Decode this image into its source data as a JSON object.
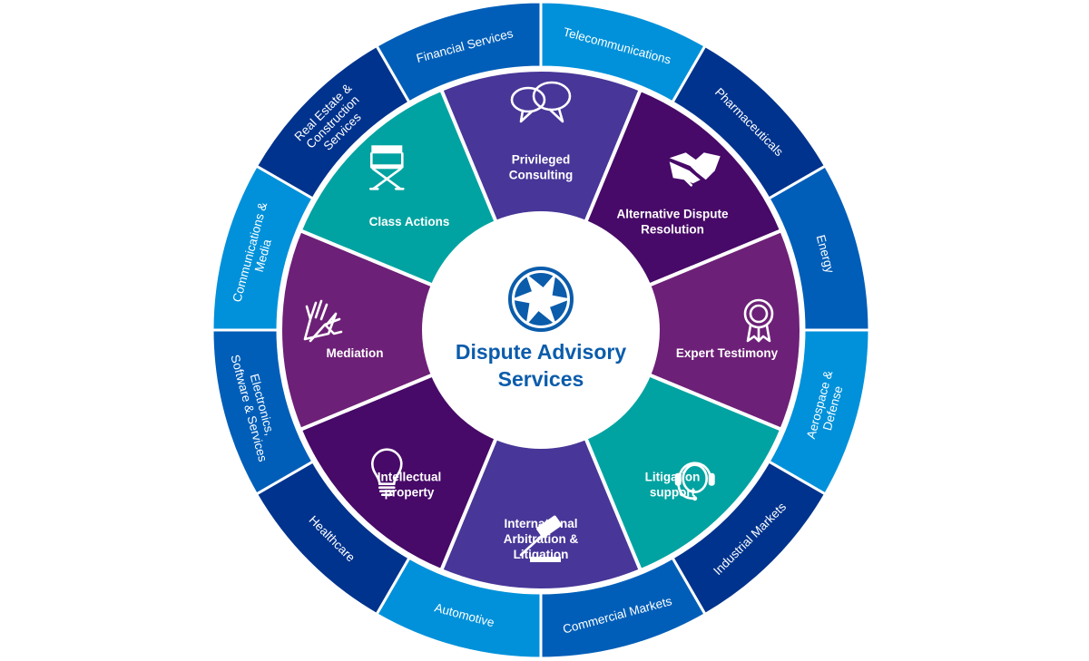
{
  "center": {
    "title_line1": "Dispute Advisory",
    "title_line2": "Services",
    "logo_icon": "aperture-icon",
    "title_color": "#0b5cab"
  },
  "outer_ring": [
    {
      "label_lines": [
        "Telecommunications"
      ],
      "color": "#0091da"
    },
    {
      "label_lines": [
        "Pharmaceuticals"
      ],
      "color": "#00338d"
    },
    {
      "label_lines": [
        "Energy"
      ],
      "color": "#005eb8"
    },
    {
      "label_lines": [
        "Aerospace &",
        "Defense"
      ],
      "color": "#0091da"
    },
    {
      "label_lines": [
        "Industrial Markets"
      ],
      "color": "#00338d"
    },
    {
      "label_lines": [
        "Commercial Markets"
      ],
      "color": "#005eb8"
    },
    {
      "label_lines": [
        "Automotive"
      ],
      "color": "#0091da"
    },
    {
      "label_lines": [
        "Healthcare"
      ],
      "color": "#00338d"
    },
    {
      "label_lines": [
        "Electronics,",
        "Software & Services"
      ],
      "color": "#005eb8"
    },
    {
      "label_lines": [
        "Communications &",
        "Media"
      ],
      "color": "#0091da"
    },
    {
      "label_lines": [
        "Real Estate &",
        "Construction",
        "Services"
      ],
      "color": "#00338d"
    },
    {
      "label_lines": [
        "Financial Services"
      ],
      "color": "#005eb8"
    }
  ],
  "inner_ring": [
    {
      "label_lines": [
        "Privileged",
        "Consulting"
      ],
      "icon": "speech-bubbles-icon",
      "color": "#483698"
    },
    {
      "label_lines": [
        "Alternative Dispute",
        "Resolution"
      ],
      "icon": "handshake-icon",
      "color": "#470a68"
    },
    {
      "label_lines": [
        "Expert Testimony"
      ],
      "icon": "award-ribbon-icon",
      "color": "#6d2077"
    },
    {
      "label_lines": [
        "Litigation",
        "support"
      ],
      "icon": "headset-icon",
      "color": "#00a3a1"
    },
    {
      "label_lines": [
        "International",
        "Arbitration &",
        "Litigation"
      ],
      "icon": "gavel-icon",
      "color": "#483698"
    },
    {
      "label_lines": [
        "Intellectual",
        "property"
      ],
      "icon": "lightbulb-icon",
      "color": "#470a68"
    },
    {
      "label_lines": [
        "Mediation"
      ],
      "icon": "hands-icon",
      "color": "#6d2077"
    },
    {
      "label_lines": [
        "Class Actions"
      ],
      "icon": "directors-chair-icon",
      "color": "#00a3a1"
    }
  ]
}
